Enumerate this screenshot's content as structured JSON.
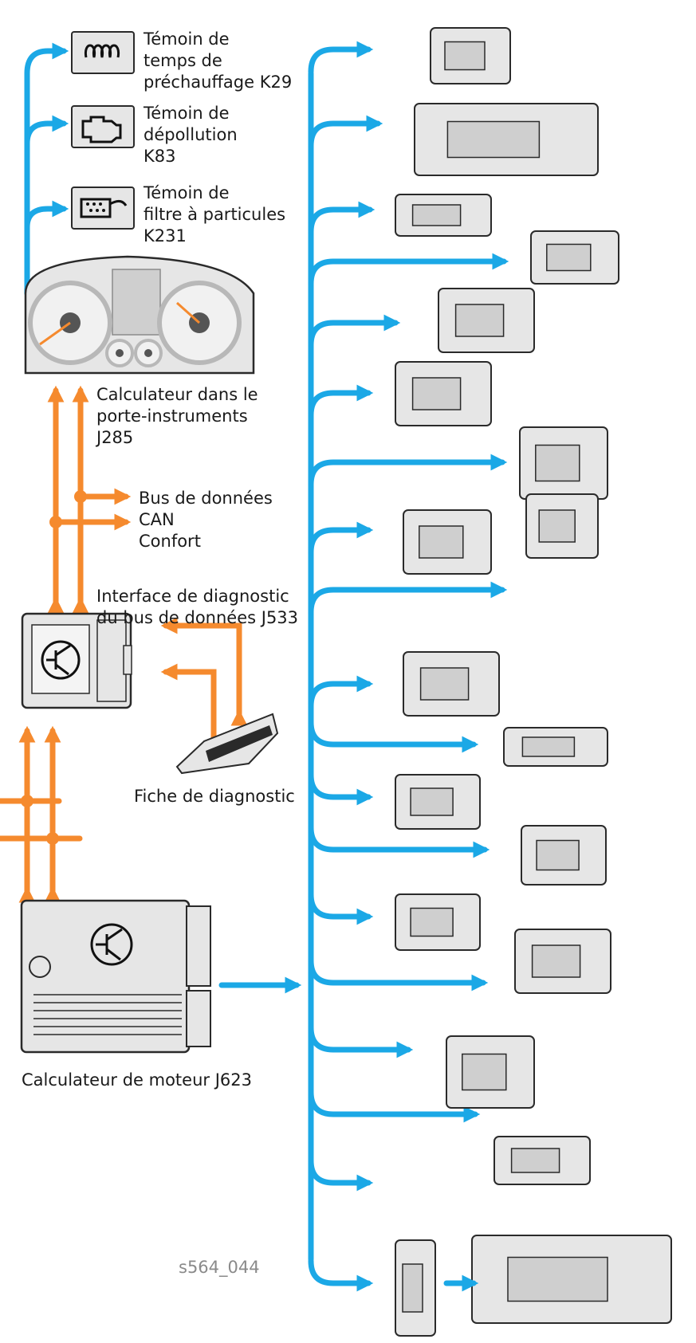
{
  "colors": {
    "output_line": "#1ba8e6",
    "bus_line": "#f58a2e",
    "component_fill": "#e6e6e6",
    "component_stroke": "#2a2a2a"
  },
  "warning_lamps": [
    {
      "text": "Témoin de\ntemps de\npréchauffage K29",
      "icon": "glow-plug-coil-icon"
    },
    {
      "text": "Témoin de\ndépollution\nK83",
      "icon": "engine-icon"
    },
    {
      "text": "Témoin de\nfiltre à particules\nK231",
      "icon": "particulate-filter-icon"
    }
  ],
  "labels": {
    "instrument_ecu": "Calculateur dans le\nporte-instruments\nJ285",
    "can_bus": "Bus de données\nCAN\nConfort",
    "gateway": "Interface de diagnostic\ndu bus de données J533",
    "diag_plug": "Fiche de diagnostic",
    "engine_ecu": "Calculateur de moteur J623",
    "figure_ref": "s564_044"
  },
  "actuators": [
    "sensor-with-relay-icon",
    "injector-set-icon",
    "solenoid-valve-icon",
    "regulating-valve-icon",
    "pressure-converter-icon",
    "pressure-converter-icon",
    "fuel-metering-valve-icon",
    "throttle-motor-icon",
    "throttle-valve-icon",
    "pressure-converter-icon",
    "control-valve-icon",
    "coolant-pump-icon",
    "coolant-pump-icon",
    "coolant-pump-icon",
    "regulating-valve-icon",
    "lambda-heater-icon",
    "exhaust-flap-icon",
    "glow-plug-relay-icon",
    "glow-plugs-icon"
  ]
}
